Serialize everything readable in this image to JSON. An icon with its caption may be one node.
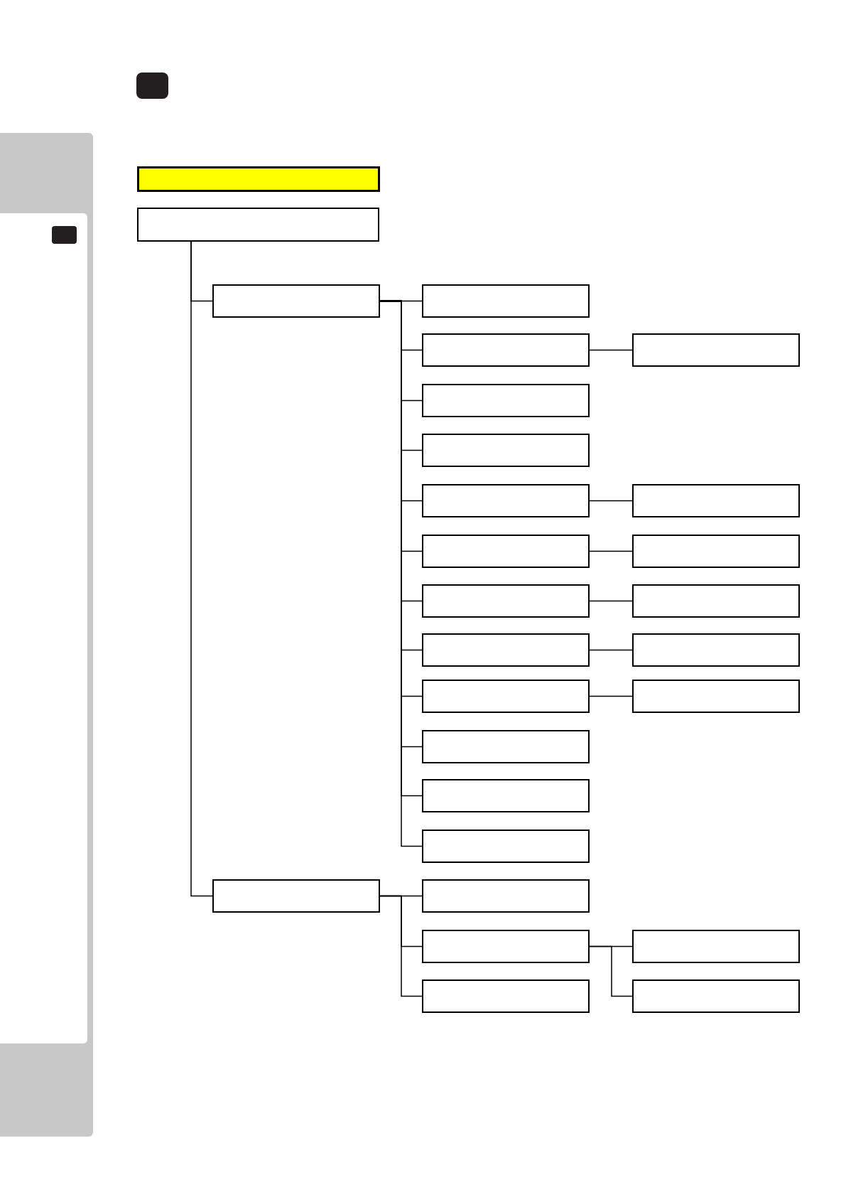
{
  "diagram": {
    "nodes": [
      {
        "text": [],
        "shape": "bar"
      },
      {
        "text": [],
        "shape": "box"
      },
      {
        "text": [],
        "shape": "box"
      },
      {
        "text": [],
        "shape": "box"
      },
      {
        "text": [],
        "shape": "box"
      },
      {
        "text": [],
        "shape": "box"
      },
      {
        "text": [],
        "shape": "box"
      },
      {
        "text": [],
        "shape": "box"
      },
      {
        "text": [],
        "shape": "box"
      },
      {
        "text": [],
        "shape": "box"
      },
      {
        "text": [],
        "shape": "box"
      },
      {
        "text": [],
        "shape": "box"
      },
      {
        "text": [],
        "shape": "box"
      },
      {
        "text": [],
        "shape": "box"
      },
      {
        "text": [],
        "shape": "box"
      },
      {
        "text": [],
        "shape": "box"
      },
      {
        "text": [],
        "shape": "box"
      },
      {
        "text": [],
        "shape": "box"
      },
      {
        "text": [],
        "shape": "box"
      },
      {
        "text": [],
        "shape": "box"
      },
      {
        "text": [],
        "shape": "box"
      },
      {
        "text": [],
        "shape": "box"
      },
      {
        "text": [],
        "shape": "box"
      },
      {
        "text": [],
        "shape": "box"
      },
      {
        "text": [],
        "shape": "box"
      },
      {
        "text": [],
        "shape": "box"
      },
      {
        "text": [],
        "shape": "box"
      }
    ],
    "edges": [
      {
        "from": 1,
        "to": 2,
        "arrow": "none"
      },
      {
        "from": 1,
        "to": 21,
        "arrow": "none"
      },
      {
        "from": 2,
        "to": 3,
        "arrow": "none"
      },
      {
        "from": 2,
        "to": 4,
        "arrow": "none"
      },
      {
        "from": 4,
        "to": 5,
        "arrow": "none"
      },
      {
        "from": 2,
        "to": 6,
        "arrow": "none"
      },
      {
        "from": 2,
        "to": 7,
        "arrow": "none"
      },
      {
        "from": 2,
        "to": 8,
        "arrow": "none"
      },
      {
        "from": 8,
        "to": 9,
        "arrow": "none"
      },
      {
        "from": 2,
        "to": 10,
        "arrow": "none"
      },
      {
        "from": 10,
        "to": 11,
        "arrow": "none"
      },
      {
        "from": 2,
        "to": 12,
        "arrow": "none"
      },
      {
        "from": 12,
        "to": 13,
        "arrow": "none"
      },
      {
        "from": 2,
        "to": 14,
        "arrow": "none"
      },
      {
        "from": 14,
        "to": 15,
        "arrow": "none"
      },
      {
        "from": 2,
        "to": 16,
        "arrow": "none"
      },
      {
        "from": 16,
        "to": 17,
        "arrow": "none"
      },
      {
        "from": 2,
        "to": 18,
        "arrow": "none"
      },
      {
        "from": 2,
        "to": 19,
        "arrow": "none"
      },
      {
        "from": 2,
        "to": 20,
        "arrow": "none"
      },
      {
        "from": 21,
        "to": 22,
        "arrow": "none"
      },
      {
        "from": 21,
        "to": 23,
        "arrow": "none"
      },
      {
        "from": 23,
        "to": 24,
        "arrow": "none"
      },
      {
        "from": 23,
        "to": 25,
        "arrow": "none"
      },
      {
        "from": 21,
        "to": 26,
        "arrow": "none"
      }
    ]
  }
}
